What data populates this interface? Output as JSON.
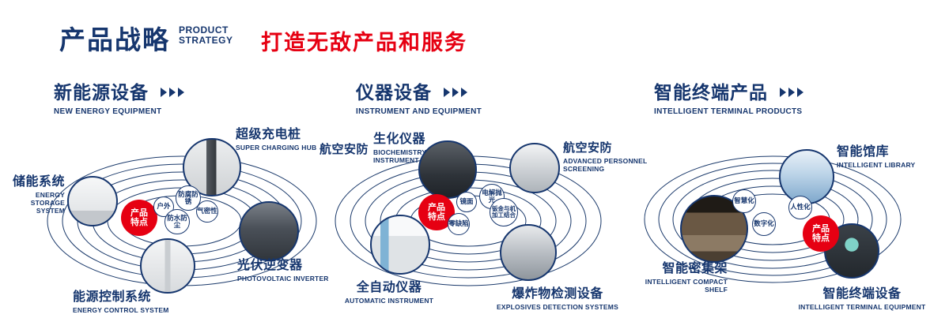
{
  "header": {
    "title": "产品战略",
    "subtitle_line1": "PRODUCT",
    "subtitle_line2": "STRATEGY",
    "slogan": "打造无敌产品和服务"
  },
  "colors": {
    "navy": "#16366e",
    "red": "#e60012"
  },
  "sections": {
    "energy": {
      "title": "新能源设备",
      "subtitle": "NEW ENERGY EQUIPMENT",
      "center_badge": "产品特点",
      "features": {
        "outdoor": "户外",
        "anticorrosion": "防腐防锈",
        "airtight": "气密性",
        "waterproof": "防水防尘"
      },
      "nodes": {
        "charging_hub": {
          "zh": "超级充电桩",
          "en": "SUPER CHARGING HUB"
        },
        "storage": {
          "zh": "储能系统",
          "en": "ENERGY STORAGE SYSTEM"
        },
        "inverter": {
          "zh": "光伏逆变器",
          "en": "PHOTOVOLTAIC INVERTER"
        },
        "control": {
          "zh": "能源控制系统",
          "en": "ENERGY CONTROL SYSTEM"
        }
      }
    },
    "instrument": {
      "title": "仪器设备",
      "subtitle": "INSTRUMENT AND EQUIPMENT",
      "center_badge": "产品特点",
      "features": {
        "mirror": "镜面",
        "electropolish": "电解抛光",
        "zero_defect": "零缺陷",
        "sheetmetal": "钣金与机加工结合"
      },
      "nodes": {
        "aviation_left": {
          "zh": "航空安防",
          "en": ""
        },
        "biochemistry": {
          "zh": "生化仪器",
          "en": "BIOCHEMISTRY INSTRUMENT"
        },
        "aviation_right": {
          "zh": "航空安防",
          "en": "ADVANCED PERSONNEL SCREENING"
        },
        "automatic": {
          "zh": "全自动仪器",
          "en": "AUTOMATIC INSTRUMENT"
        },
        "explosives": {
          "zh": "爆炸物检测设备",
          "en": "EXPLOSIVES DETECTION SYSTEMS"
        }
      }
    },
    "terminal": {
      "title": "智能终端产品",
      "subtitle": "INTELLIGENT TERMINAL PRODUCTS",
      "center_badge": "产品特点",
      "features": {
        "smart": "智慧化",
        "humanized": "人性化",
        "digital": "数字化"
      },
      "nodes": {
        "library": {
          "zh": "智能馆库",
          "en": "INTELLIGENT LIBRARY"
        },
        "compact_shelf": {
          "zh": "智能密集架",
          "en": "INTELLIGENT COMPACT SHELF"
        },
        "terminal_equipment": {
          "zh": "智能终端设备",
          "en": "INTELLIGENT TERMINAL EQUIPMENT"
        }
      }
    }
  }
}
